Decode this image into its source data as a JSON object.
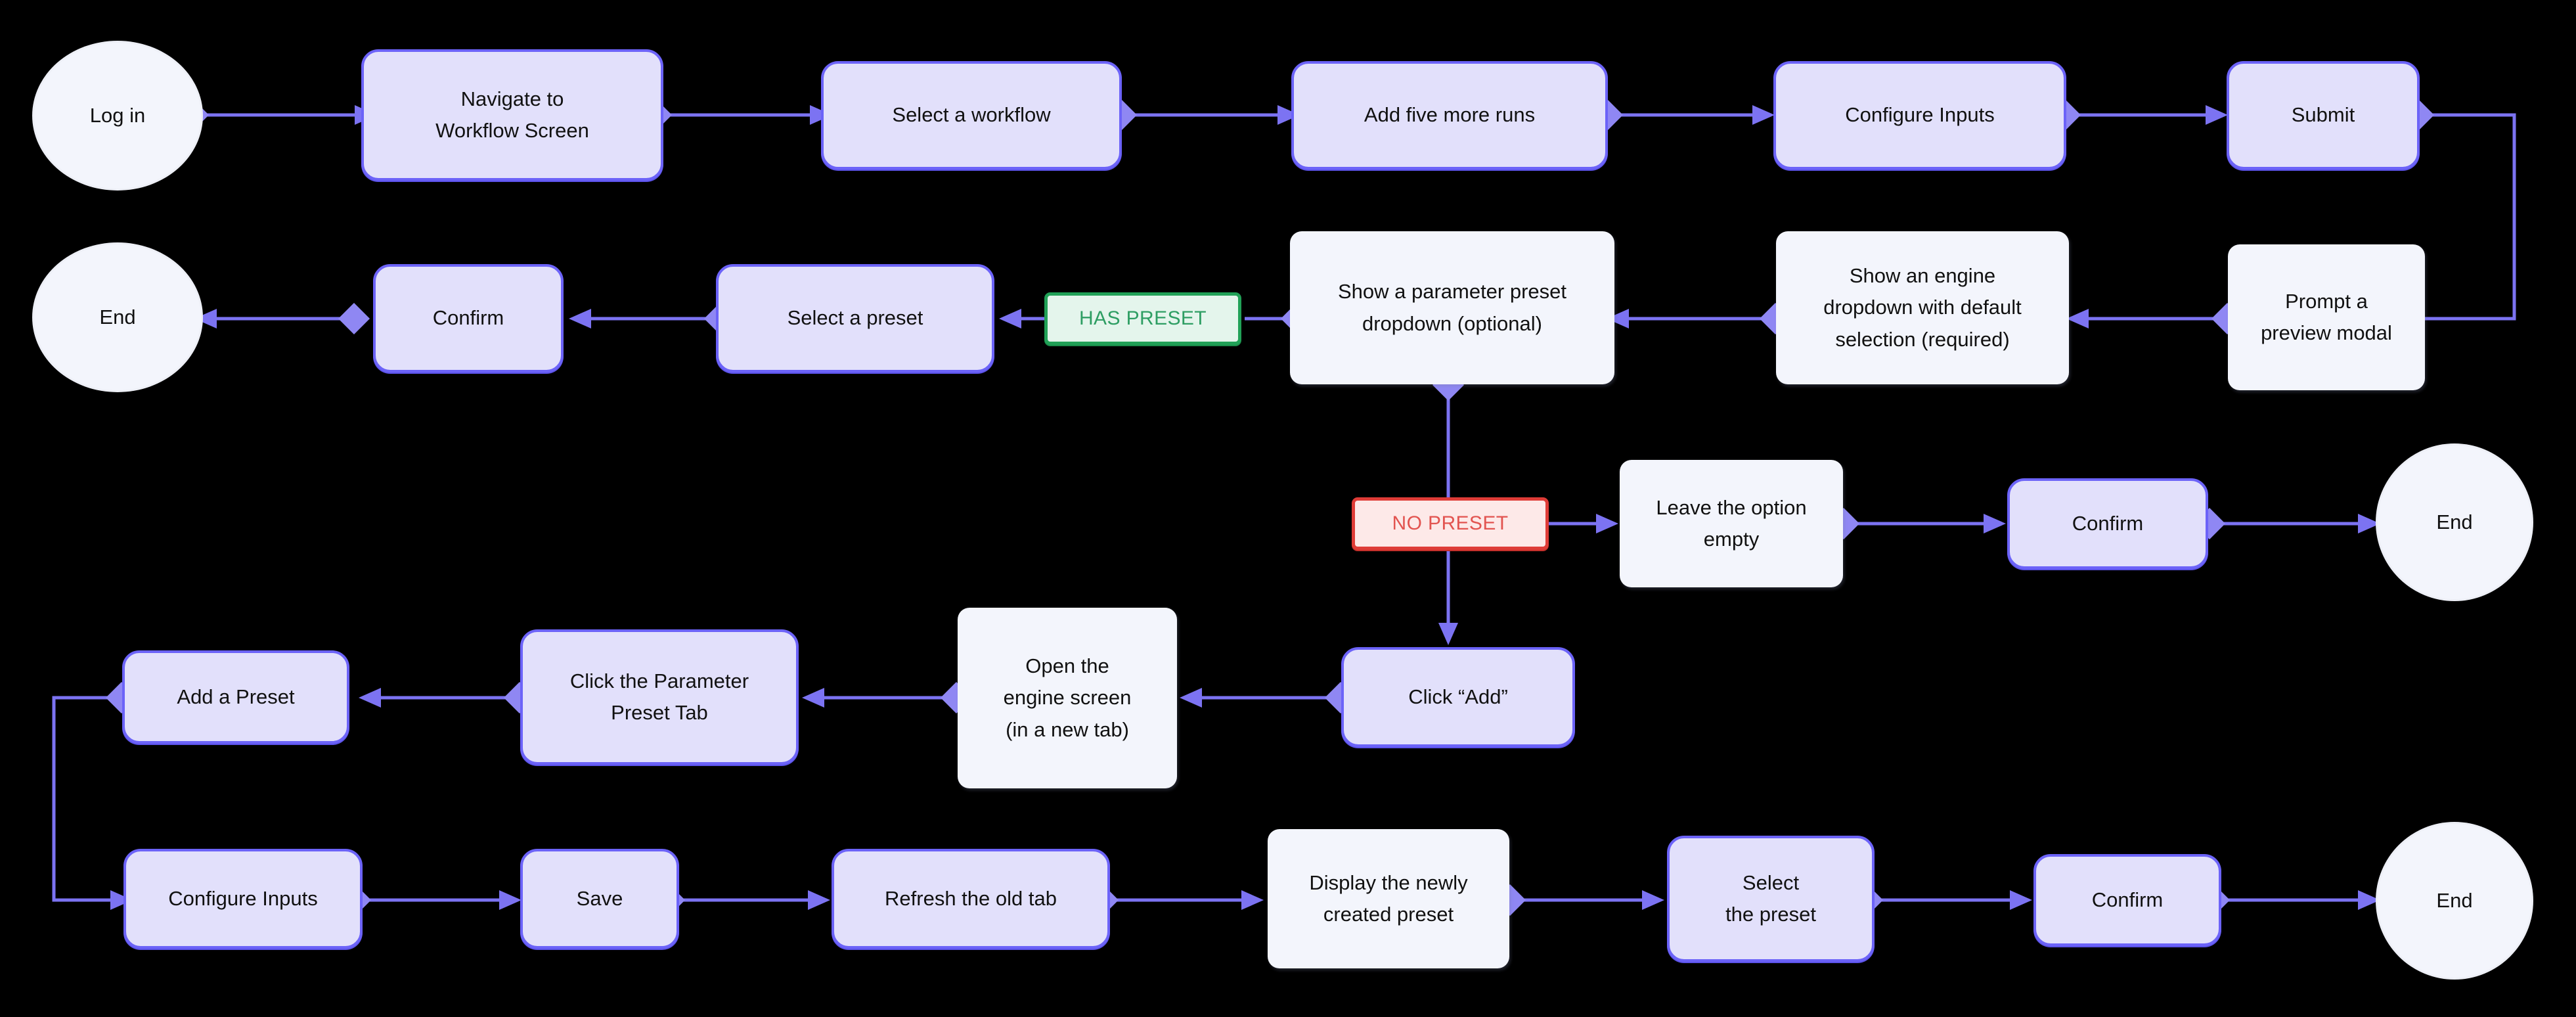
{
  "diagram": {
    "title": "Workflow run submission with parameter presets",
    "background": "#000000",
    "colors": {
      "process_fill": "#E2E0FB",
      "process_border": "#6C63F8",
      "plain_fill": "#F3F5FC",
      "terminal_fill": "#F3F5FC",
      "connector": "#7C73F2",
      "badge_ok_border": "#21A157",
      "badge_ok_fill": "#E4F5EC",
      "badge_ok_text": "#2E9E63",
      "badge_no_border": "#DE3C37",
      "badge_no_fill": "#FDE9E8",
      "badge_no_text": "#E25450"
    },
    "nodes": [
      {
        "id": "login",
        "label": "Log in",
        "kind": "terminal"
      },
      {
        "id": "navigate",
        "label": "Navigate to\nWorkflow Screen",
        "kind": "process"
      },
      {
        "id": "selectWorkflow",
        "label": "Select a workflow",
        "kind": "process"
      },
      {
        "id": "addRuns",
        "label": "Add five more runs",
        "kind": "process"
      },
      {
        "id": "configInputs1",
        "label": "Configure Inputs",
        "kind": "process"
      },
      {
        "id": "submit",
        "label": "Submit",
        "kind": "process"
      },
      {
        "id": "end1",
        "label": "End",
        "kind": "terminal"
      },
      {
        "id": "confirm1",
        "label": "Confirm",
        "kind": "process"
      },
      {
        "id": "selectPreset",
        "label": "Select a preset",
        "kind": "process"
      },
      {
        "id": "hasPreset",
        "label": "HAS PRESET",
        "kind": "badge-ok"
      },
      {
        "id": "showPresetDd",
        "label": "Show a parameter preset\ndropdown (optional)",
        "kind": "plain"
      },
      {
        "id": "showEngineDd",
        "label": "Show an engine\ndropdown with default\nselection (required)",
        "kind": "plain"
      },
      {
        "id": "previewModal",
        "label": "Prompt a\npreview modal",
        "kind": "plain"
      },
      {
        "id": "noPreset",
        "label": "NO PRESET",
        "kind": "badge-no"
      },
      {
        "id": "leaveEmpty",
        "label": "Leave the option\nempty",
        "kind": "plain"
      },
      {
        "id": "confirm2",
        "label": "Confirm",
        "kind": "process"
      },
      {
        "id": "end2",
        "label": "End",
        "kind": "terminal"
      },
      {
        "id": "addPreset",
        "label": "Add a Preset",
        "kind": "process"
      },
      {
        "id": "clickPresetTab",
        "label": "Click the Parameter\nPreset Tab",
        "kind": "process"
      },
      {
        "id": "openEngine",
        "label": "Open the\nengine screen\n(in a new tab)",
        "kind": "plain"
      },
      {
        "id": "clickAdd",
        "label": "Click “Add”",
        "kind": "process"
      },
      {
        "id": "configInputs2",
        "label": "Configure Inputs",
        "kind": "process"
      },
      {
        "id": "save",
        "label": "Save",
        "kind": "process"
      },
      {
        "id": "refreshTab",
        "label": "Refresh the old tab",
        "kind": "process"
      },
      {
        "id": "displayPreset",
        "label": "Display the newly\ncreated preset",
        "kind": "plain"
      },
      {
        "id": "selectThePreset",
        "label": "Select\nthe preset",
        "kind": "process"
      },
      {
        "id": "confirm3",
        "label": "Confirm",
        "kind": "process"
      },
      {
        "id": "end3",
        "label": "End",
        "kind": "terminal"
      }
    ],
    "edges": [
      {
        "from": "login",
        "to": "navigate"
      },
      {
        "from": "navigate",
        "to": "selectWorkflow"
      },
      {
        "from": "selectWorkflow",
        "to": "addRuns"
      },
      {
        "from": "addRuns",
        "to": "configInputs1"
      },
      {
        "from": "configInputs1",
        "to": "submit"
      },
      {
        "from": "submit",
        "to": "previewModal"
      },
      {
        "from": "previewModal",
        "to": "showEngineDd"
      },
      {
        "from": "showEngineDd",
        "to": "showPresetDd"
      },
      {
        "from": "showPresetDd",
        "to": "selectPreset",
        "label": "HAS PRESET"
      },
      {
        "from": "selectPreset",
        "to": "confirm1"
      },
      {
        "from": "confirm1",
        "to": "end1"
      },
      {
        "from": "showPresetDd",
        "to": "clickAdd",
        "label": "NO PRESET"
      },
      {
        "from": "noPreset",
        "to": "leaveEmpty"
      },
      {
        "from": "leaveEmpty",
        "to": "confirm2"
      },
      {
        "from": "confirm2",
        "to": "end2"
      },
      {
        "from": "clickAdd",
        "to": "openEngine"
      },
      {
        "from": "openEngine",
        "to": "clickPresetTab"
      },
      {
        "from": "clickPresetTab",
        "to": "addPreset"
      },
      {
        "from": "addPreset",
        "to": "configInputs2"
      },
      {
        "from": "configInputs2",
        "to": "save"
      },
      {
        "from": "save",
        "to": "refreshTab"
      },
      {
        "from": "refreshTab",
        "to": "displayPreset"
      },
      {
        "from": "displayPreset",
        "to": "selectThePreset"
      },
      {
        "from": "selectThePreset",
        "to": "confirm3"
      },
      {
        "from": "confirm3",
        "to": "end3"
      }
    ]
  }
}
